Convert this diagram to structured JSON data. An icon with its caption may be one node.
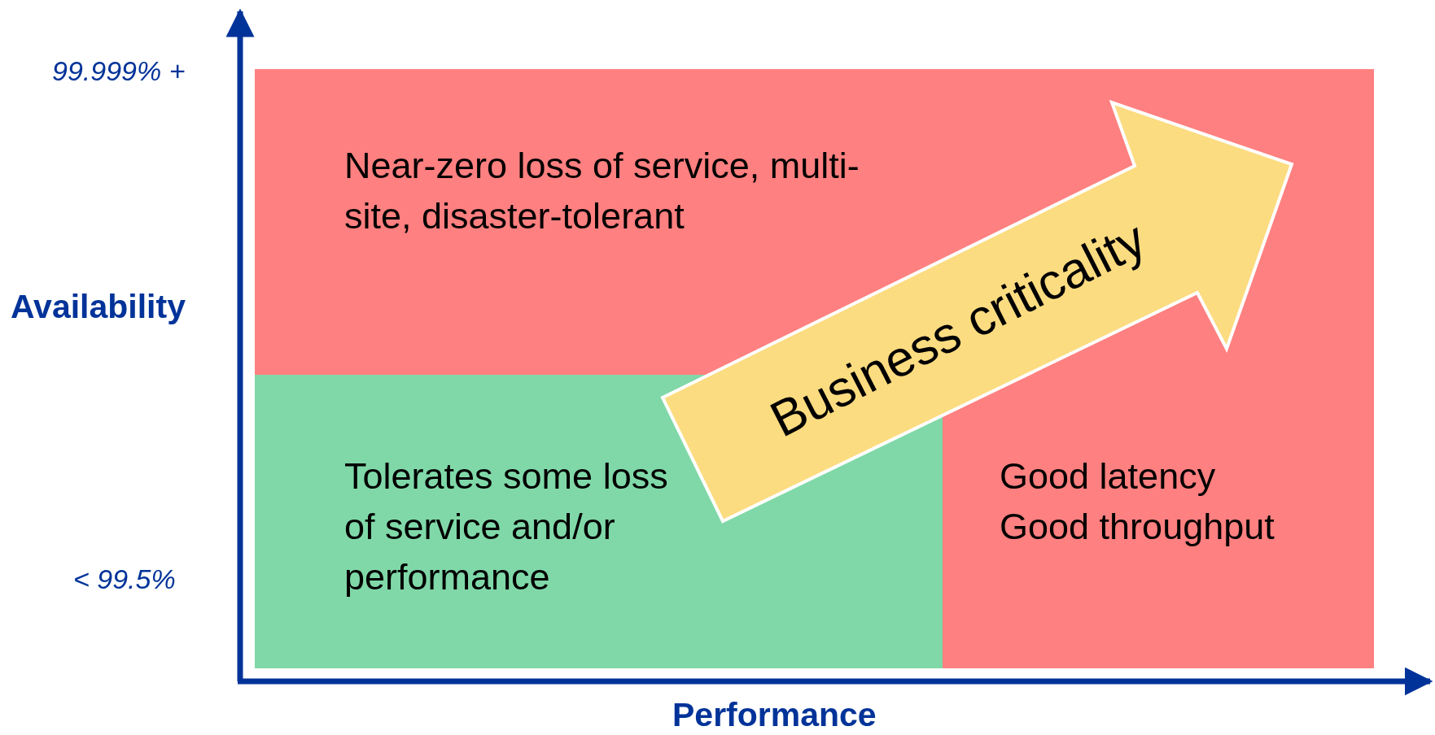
{
  "diagram": {
    "nodes": [
      {
        "text": [
          "Near-zero loss of service, multi-site, disaster-tolerant",
          "Good latency Good throughput"
        ]
      },
      {
        "text": [
          "Tolerates some loss of service and/or performance"
        ],
        "in": 0
      },
      {
        "text": [
          "Business criticality"
        ],
        "in": 0
      }
    ],
    "labels": [
      "99.999% +",
      "Availability",
      "< 99.5%",
      "Performance"
    ]
  }
}
